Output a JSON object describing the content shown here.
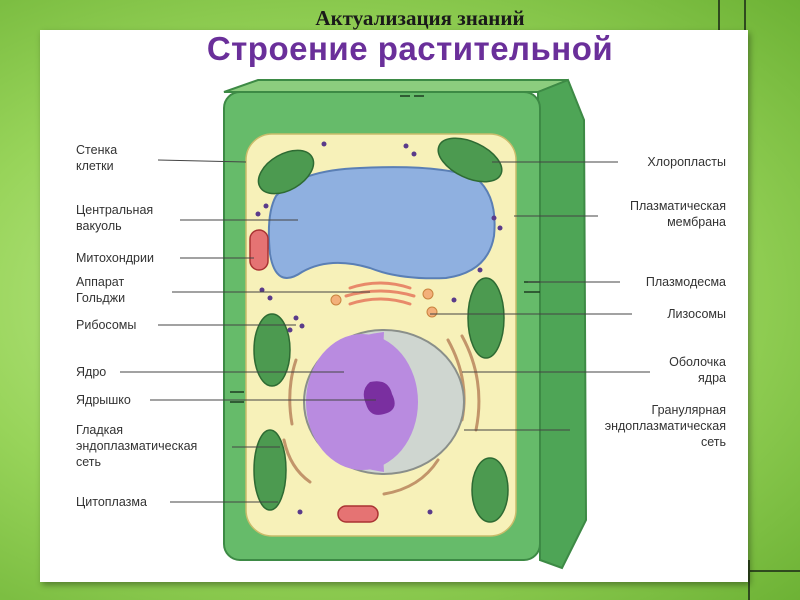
{
  "slide": {
    "kicker": "Актуализация знаний",
    "title": "Строение растительной"
  },
  "colors": {
    "title": "#6a2f9a",
    "cell_wall": "#5fb563",
    "cytoplasm": "#f7f1b9",
    "vacuole": "#8fb0e0",
    "nucleus": "#b98be0",
    "chloroplast": "#4c9a50"
  },
  "labels_left": [
    {
      "id": "cell-wall",
      "lines": [
        "Стенка",
        "клетки"
      ]
    },
    {
      "id": "central-vacuole",
      "lines": [
        "Центральная",
        "вакуоль"
      ]
    },
    {
      "id": "mitochondria",
      "lines": [
        "Митохондрии"
      ]
    },
    {
      "id": "golgi",
      "lines": [
        "Аппарат",
        "Гольджи"
      ]
    },
    {
      "id": "ribosomes",
      "lines": [
        "Рибосомы"
      ]
    },
    {
      "id": "nucleus",
      "lines": [
        "Ядро"
      ]
    },
    {
      "id": "nucleolus",
      "lines": [
        "Ядрышко"
      ]
    },
    {
      "id": "smooth-er",
      "lines": [
        "Гладкая",
        "эндоплазматическая",
        "сеть"
      ]
    },
    {
      "id": "cytoplasm",
      "lines": [
        "Цитоплазма"
      ]
    }
  ],
  "labels_right": [
    {
      "id": "chloroplasts",
      "lines": [
        "Хлоропласты"
      ]
    },
    {
      "id": "plasma-membrane",
      "lines": [
        "Плазматическая",
        "мембрана"
      ]
    },
    {
      "id": "plasmodesma",
      "lines": [
        "Плазмодесма"
      ]
    },
    {
      "id": "lysosomes",
      "lines": [
        "Лизосомы"
      ]
    },
    {
      "id": "nuclear-envelope",
      "lines": [
        "Оболочка",
        "ядра"
      ]
    },
    {
      "id": "rough-er",
      "lines": [
        "Гранулярная",
        "эндоплазматическая",
        "сеть"
      ]
    }
  ]
}
